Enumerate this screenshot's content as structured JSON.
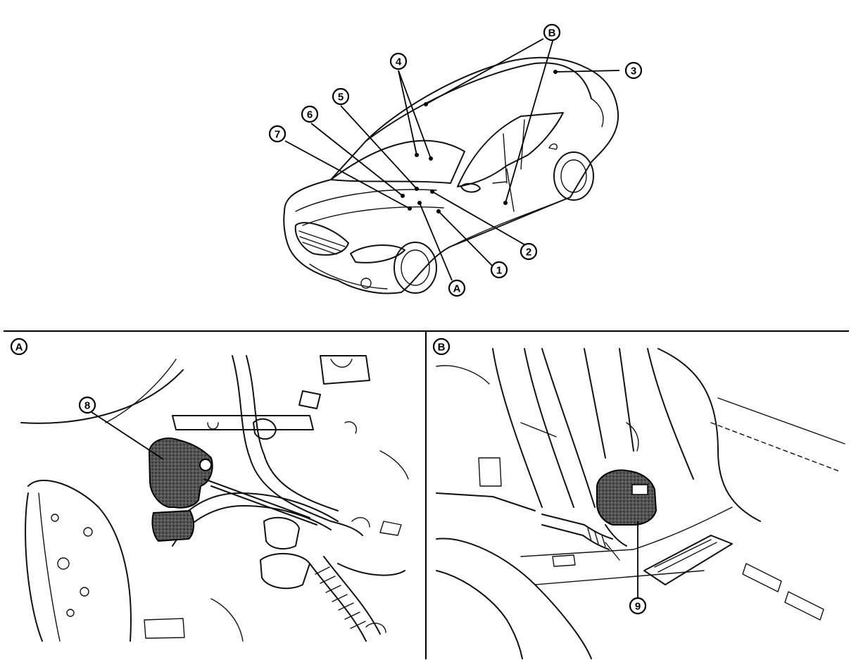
{
  "callouts": {
    "c1": "1",
    "c2": "2",
    "c3": "3",
    "c4": "4",
    "c5": "5",
    "c6": "6",
    "c7": "7",
    "c8": "8",
    "c9": "9",
    "cA": "A",
    "cB": "B"
  },
  "panels": {
    "left_label": "A",
    "right_label": "B"
  }
}
